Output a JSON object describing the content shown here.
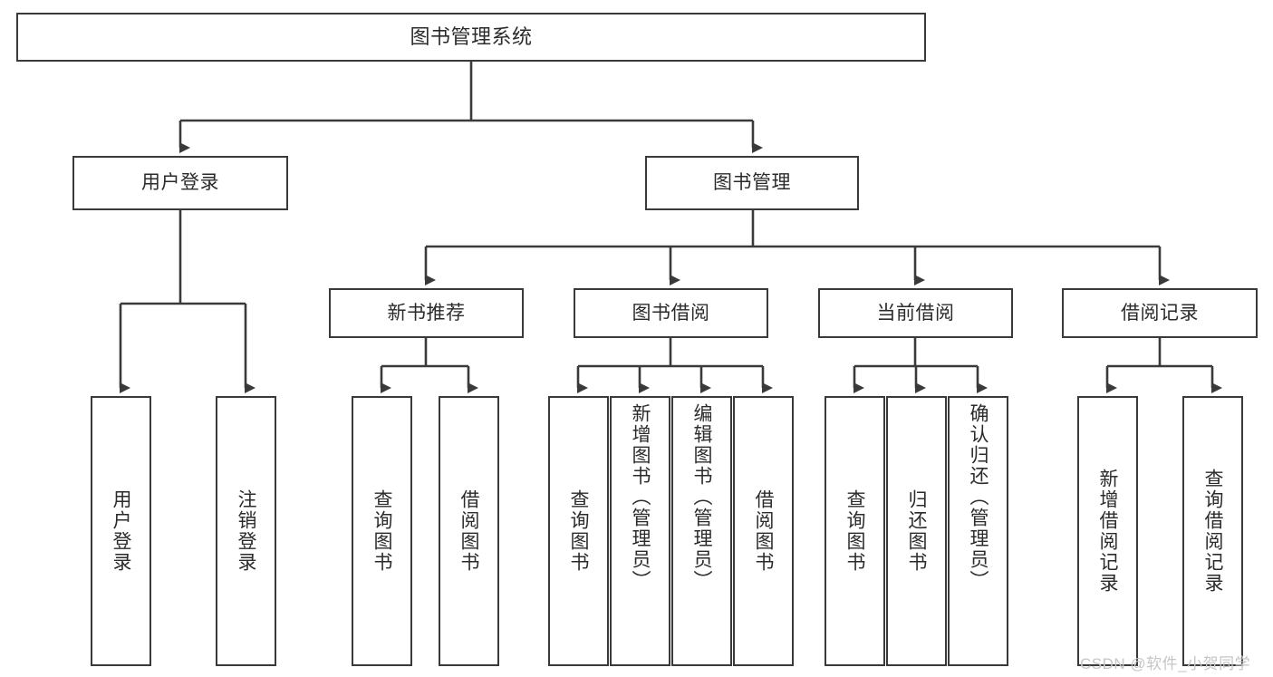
{
  "diagram": {
    "type": "tree-hierarchy",
    "title": "图书管理系统",
    "stroke_color": "#3a3a3a",
    "fill_color": "#ffffff",
    "text_color": "#2b2b2b",
    "watermark_color": "#c6c6c6"
  },
  "nodes": {
    "root": {
      "label": "图书管理系统"
    },
    "tier2": [
      {
        "label": "用户登录"
      },
      {
        "label": "图书管理"
      }
    ],
    "tier3": [
      {
        "label": "新书推荐"
      },
      {
        "label": "图书借阅"
      },
      {
        "label": "当前借阅"
      },
      {
        "label": "借阅记录"
      }
    ],
    "leaves_user_login": [
      {
        "label": "用户登录"
      },
      {
        "label": "注销登录"
      }
    ],
    "leaves_new_book": [
      {
        "label": "查询图书"
      },
      {
        "label": "借阅图书"
      }
    ],
    "leaves_borrow": [
      {
        "label": "查询图书"
      },
      {
        "label": "新增图书（管理员）"
      },
      {
        "label": "编辑图书（管理员）"
      },
      {
        "label": "借阅图书"
      }
    ],
    "leaves_current": [
      {
        "label": "查询图书"
      },
      {
        "label": "归还图书"
      },
      {
        "label": "确认归还（管理员）"
      }
    ],
    "leaves_records": [
      {
        "label": "新增借阅记录"
      },
      {
        "label": "查询借阅记录"
      }
    ]
  },
  "watermark": {
    "text": "CSDN @软件_小贺同学"
  }
}
